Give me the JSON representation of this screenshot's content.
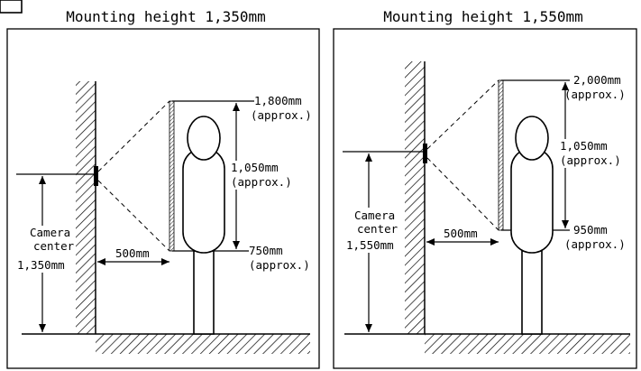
{
  "left": {
    "title": "Mounting height 1,350mm",
    "top_mark": "1,800mm",
    "top_approx": "(approx.)",
    "range_value": "1,050mm",
    "range_approx": "(approx.)",
    "bottom_mark": "750mm",
    "bottom_approx": "(approx.)",
    "distance": "500mm",
    "camera_line1": "Camera",
    "camera_line2": "center",
    "camera_height": "1,350mm"
  },
  "right": {
    "title": "Mounting height 1,550mm",
    "top_mark": "2,000mm",
    "top_approx": "(approx.)",
    "range_value": "1,050mm",
    "range_approx": "(approx.)",
    "bottom_mark": "950mm",
    "bottom_approx": "(approx.)",
    "distance": "500mm",
    "camera_line1": "Camera",
    "camera_line2": "center",
    "camera_height": "1,550mm"
  }
}
